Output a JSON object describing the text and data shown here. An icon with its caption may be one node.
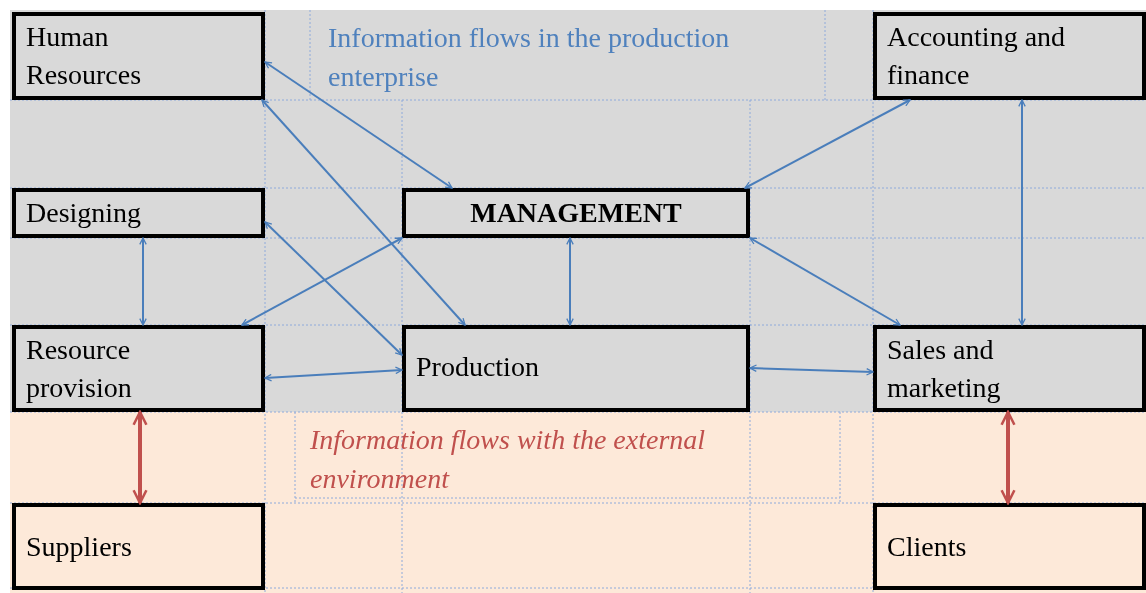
{
  "diagram": {
    "nodes": [
      {
        "text": [
          "Human Resources"
        ]
      },
      {
        "text": [
          "Accounting and finance"
        ]
      },
      {
        "text": [
          "MANAGEMENT"
        ]
      },
      {
        "text": [
          "Designing"
        ]
      },
      {
        "text": [
          "Resource provision"
        ]
      },
      {
        "text": [
          "Production"
        ]
      },
      {
        "text": [
          "Sales and marketing"
        ]
      },
      {
        "text": [
          "Suppliers"
        ]
      },
      {
        "text": [
          "Clients"
        ]
      }
    ],
    "edges": [
      {
        "from": 0,
        "to": 2,
        "arrow": "both"
      },
      {
        "from": 0,
        "to": 5,
        "arrow": "both"
      },
      {
        "from": 1,
        "to": 2,
        "arrow": "both"
      },
      {
        "from": 1,
        "to": 6,
        "arrow": "both"
      },
      {
        "from": 3,
        "to": 4,
        "arrow": "both"
      },
      {
        "from": 3,
        "to": 5,
        "arrow": "both"
      },
      {
        "from": 4,
        "to": 2,
        "arrow": "both"
      },
      {
        "from": 2,
        "to": 5,
        "arrow": "both"
      },
      {
        "from": 2,
        "to": 6,
        "arrow": "both"
      },
      {
        "from": 4,
        "to": 5,
        "arrow": "both"
      },
      {
        "from": 5,
        "to": 6,
        "arrow": "both"
      },
      {
        "from": 4,
        "to": 7,
        "arrow": "both",
        "style": "thick",
        "color": "#c0504d"
      },
      {
        "from": 6,
        "to": 8,
        "arrow": "both",
        "style": "thick",
        "color": "#c0504d"
      }
    ],
    "labels": [
      "Information flows in the production enterprise",
      "Information flows with the external environment"
    ]
  }
}
